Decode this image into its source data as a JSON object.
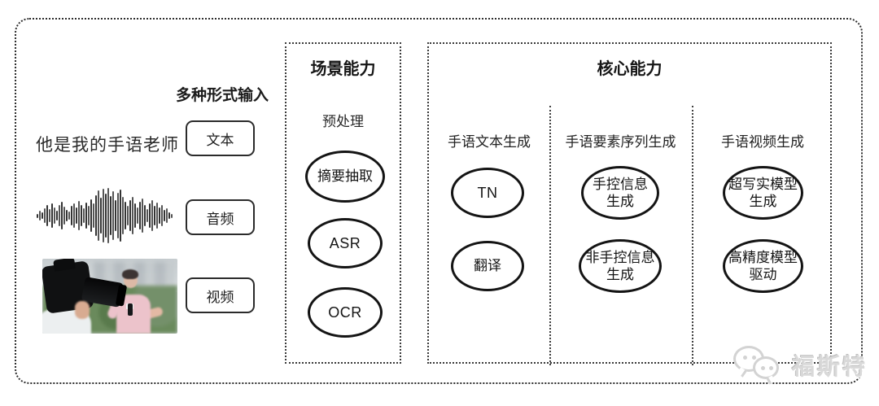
{
  "frame": {
    "border_color": "#2e2e2e"
  },
  "input_section": {
    "header": "多种形式输入",
    "text_example": "他是我的手语老师",
    "audio_icon": "audio-waveform-icon",
    "video_icon": "video-thumbnail-image",
    "type_labels": {
      "text": "文本",
      "audio": "音频",
      "video": "视频"
    }
  },
  "scene_box": {
    "title": "场景能力",
    "subtitle": "预处理",
    "nodes": [
      "摘要抽取",
      "ASR",
      "OCR"
    ]
  },
  "core_box": {
    "title": "核心能力",
    "columns": [
      {
        "header": "手语文本生成",
        "nodes": [
          "TN",
          "翻译"
        ]
      },
      {
        "header": "手语要素序列生成",
        "nodes": [
          "手控信息\n生成",
          "非手控信息\n生成"
        ]
      },
      {
        "header": "手语视频生成",
        "nodes": [
          "超写实模型\n生成",
          "高精度模型\n驱动"
        ]
      }
    ]
  },
  "watermark": {
    "icon": "wechat-icon",
    "label": "福斯特"
  }
}
